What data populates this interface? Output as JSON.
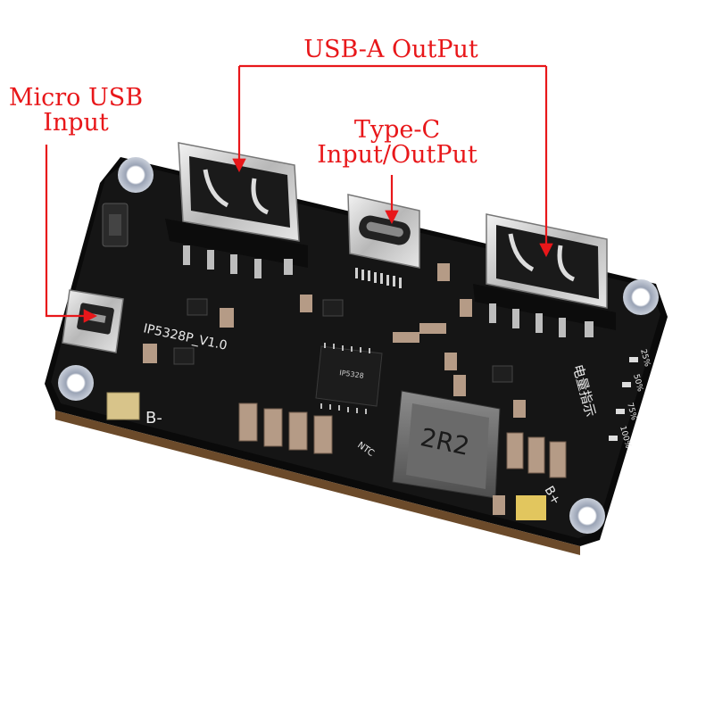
{
  "callouts": {
    "usb_a": "USB-A OutPut",
    "micro_usb_line1": "Micro USB",
    "micro_usb_line2": "Input",
    "type_c_line1": "Type-C",
    "type_c_line2": "Input/OutPut"
  },
  "board": {
    "model_marking": "IP5328P_V1.0",
    "battery_negative_marking": "B-",
    "battery_positive_marking": "B+",
    "thermistor_marking": "NTC",
    "chip_marking": "IP5328",
    "inductor_marking": "2R2",
    "indicator_title": "电量指示",
    "indicator_levels": [
      "25%",
      "50%",
      "75%",
      "100%"
    ]
  },
  "colors": {
    "callout": "#e8171a",
    "board": "#121212",
    "silkscreen": "#e9e9e9",
    "connector_metal": "#cfcfcf"
  }
}
